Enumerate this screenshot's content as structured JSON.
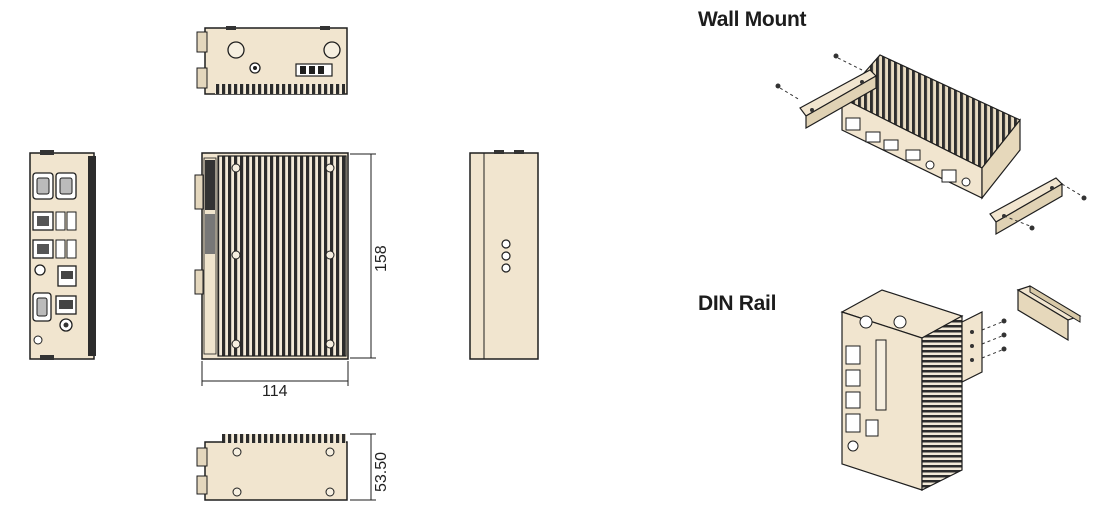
{
  "headings": {
    "wall_mount": "Wall Mount",
    "din_rail": "DIN Rail"
  },
  "dimensions": {
    "width": "114",
    "height": "158",
    "depth": "53.50"
  },
  "colors": {
    "chassis": "#f1e5cf",
    "heatsink": "#2b2b2b",
    "outline": "#1e1e1e"
  }
}
